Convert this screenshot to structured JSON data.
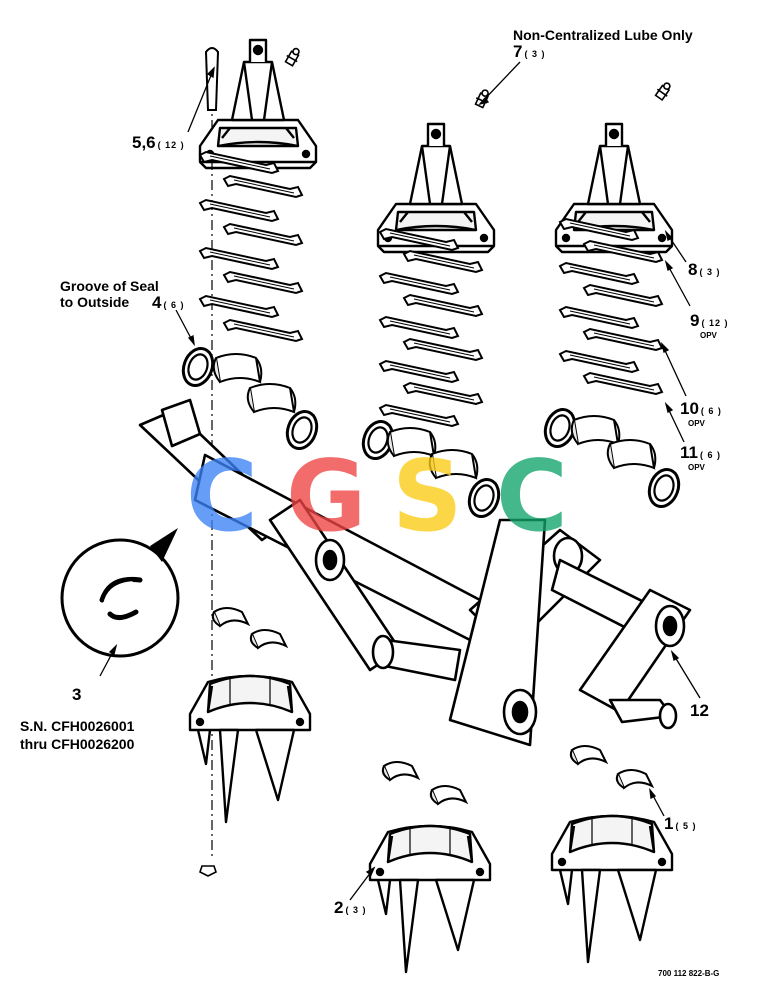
{
  "labels": {
    "lube_note": "Non-Centralized Lube Only",
    "item7": "7",
    "item7_qty": "( 3 )",
    "item56": "5,6",
    "item56_qty": "( 12 )",
    "seal_note_1": "Groove of Seal",
    "seal_note_2": "to Outside",
    "item4": "4",
    "item4_qty": "( 6 )",
    "item8": "8",
    "item8_qty": "( 3 )",
    "item9": "9",
    "item9_qty": "( 12 )",
    "item9_sub": "OPV",
    "item10": "10",
    "item10_qty": "( 6 )",
    "item10_sub": "OPV",
    "item11": "11",
    "item11_qty": "( 6 )",
    "item11_sub": "OPV",
    "item12": "12",
    "item3": "3",
    "sn_1": "S.N. CFH0026001",
    "sn_2": "thru CFH0026200",
    "item1": "1",
    "item1_qty": "( 5 )",
    "item2": "2",
    "item2_qty": "( 3 )",
    "drawing_no": "700 112 822-B-G"
  },
  "watermark": {
    "letters": [
      "C",
      "G",
      "S",
      "C"
    ],
    "colors": [
      "#3b82f6",
      "#ef4444",
      "#facc15",
      "#10a36b"
    ]
  }
}
